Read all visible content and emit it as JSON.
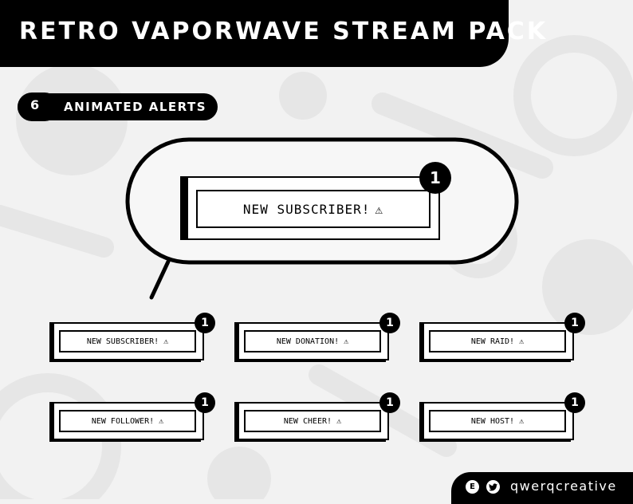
{
  "header": {
    "title": "RETRO VAPORWAVE STREAM PACK"
  },
  "section": {
    "number": "6",
    "label": "ANIMATED ALERTS"
  },
  "featured_alert": {
    "text": "NEW SUBSCRIBER!",
    "icon": "warning-icon",
    "icon_glyph": "⚠",
    "badge": "1"
  },
  "alerts": [
    {
      "text": "NEW SUBSCRIBER!",
      "icon": "warning-icon",
      "icon_glyph": "⚠",
      "badge": "1"
    },
    {
      "text": "NEW DONATION!",
      "icon": "warning-icon",
      "icon_glyph": "⚠",
      "badge": "1"
    },
    {
      "text": "NEW RAID!",
      "icon": "warning-icon",
      "icon_glyph": "⚠",
      "badge": "1"
    },
    {
      "text": "NEW FOLLOWER!",
      "icon": "warning-icon",
      "icon_glyph": "⚠",
      "badge": "1"
    },
    {
      "text": "NEW CHEER!",
      "icon": "warning-icon",
      "icon_glyph": "⚠",
      "badge": "1"
    },
    {
      "text": "NEW HOST!",
      "icon": "warning-icon",
      "icon_glyph": "⚠",
      "badge": "1"
    }
  ],
  "footer": {
    "icons": [
      "etsy-icon",
      "twitter-icon"
    ],
    "etsy_glyph": "E",
    "twitter_glyph": "🐦",
    "handle": "qwerqcreative"
  },
  "colors": {
    "background": "#f2f2f2",
    "primary": "#000000",
    "accent": "#ffffff",
    "background_shapes": "#e6e6e6"
  }
}
